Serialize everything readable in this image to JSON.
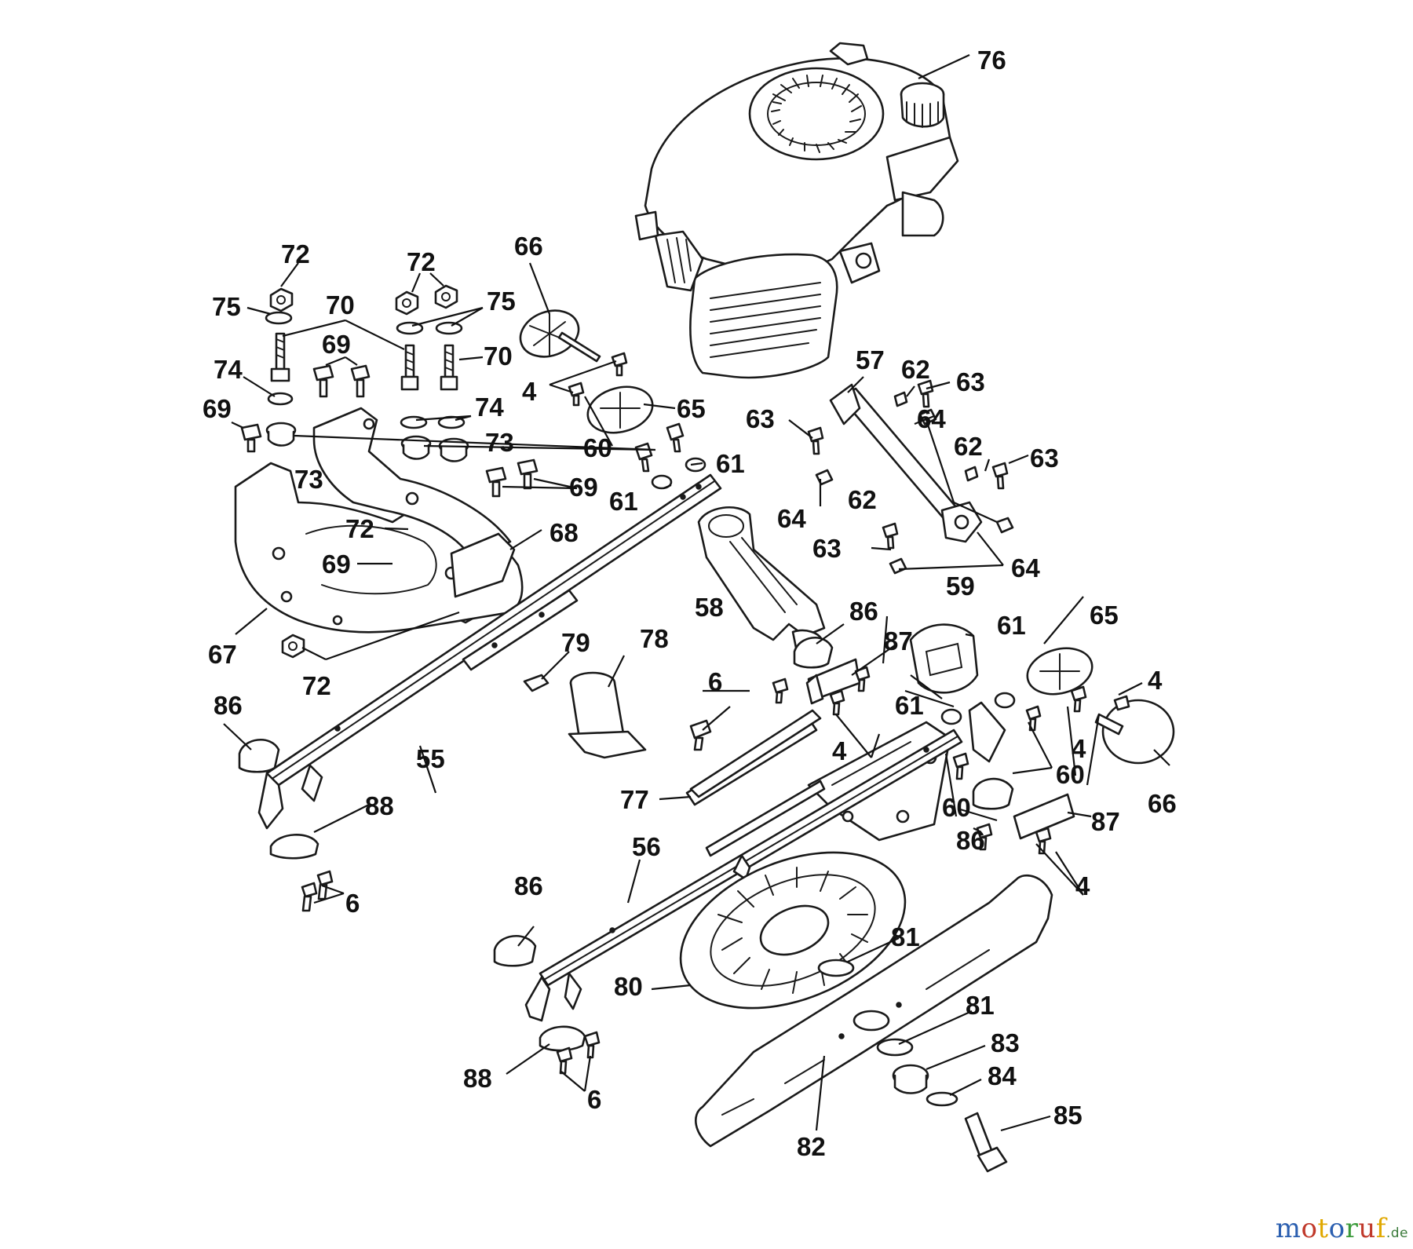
{
  "callouts": [
    {
      "label": "76"
    },
    {
      "label": "72"
    },
    {
      "label": "72"
    },
    {
      "label": "66"
    },
    {
      "label": "75"
    },
    {
      "label": "70"
    },
    {
      "label": "75"
    },
    {
      "label": "69"
    },
    {
      "label": "70"
    },
    {
      "label": "74"
    },
    {
      "label": "4"
    },
    {
      "label": "65"
    },
    {
      "label": "57"
    },
    {
      "label": "62"
    },
    {
      "label": "63"
    },
    {
      "label": "69"
    },
    {
      "label": "74"
    },
    {
      "label": "73"
    },
    {
      "label": "73"
    },
    {
      "label": "60"
    },
    {
      "label": "61"
    },
    {
      "label": "63"
    },
    {
      "label": "64"
    },
    {
      "label": "62"
    },
    {
      "label": "63"
    },
    {
      "label": "69"
    },
    {
      "label": "61"
    },
    {
      "label": "64"
    },
    {
      "label": "62"
    },
    {
      "label": "72"
    },
    {
      "label": "68"
    },
    {
      "label": "69"
    },
    {
      "label": "63"
    },
    {
      "label": "64"
    },
    {
      "label": "58"
    },
    {
      "label": "59"
    },
    {
      "label": "67"
    },
    {
      "label": "72"
    },
    {
      "label": "79"
    },
    {
      "label": "78"
    },
    {
      "label": "86"
    },
    {
      "label": "87"
    },
    {
      "label": "61"
    },
    {
      "label": "65"
    },
    {
      "label": "86"
    },
    {
      "label": "6"
    },
    {
      "label": "61"
    },
    {
      "label": "4"
    },
    {
      "label": "55"
    },
    {
      "label": "4"
    },
    {
      "label": "4"
    },
    {
      "label": "60"
    },
    {
      "label": "77"
    },
    {
      "label": "60"
    },
    {
      "label": "66"
    },
    {
      "label": "88"
    },
    {
      "label": "86"
    },
    {
      "label": "87"
    },
    {
      "label": "56"
    },
    {
      "label": "6"
    },
    {
      "label": "4"
    },
    {
      "label": "86"
    },
    {
      "label": "81"
    },
    {
      "label": "80"
    },
    {
      "label": "81"
    },
    {
      "label": "83"
    },
    {
      "label": "88"
    },
    {
      "label": "84"
    },
    {
      "label": "6"
    },
    {
      "label": "85"
    },
    {
      "label": "82"
    }
  ],
  "watermark": {
    "brand": "motoruf",
    "suffix": ".de",
    "letter_colors": [
      "#2b5fb0",
      "#c0392b",
      "#e0a800",
      "#2b5fb0",
      "#3a9a3a",
      "#c0392b",
      "#e0a800"
    ]
  }
}
